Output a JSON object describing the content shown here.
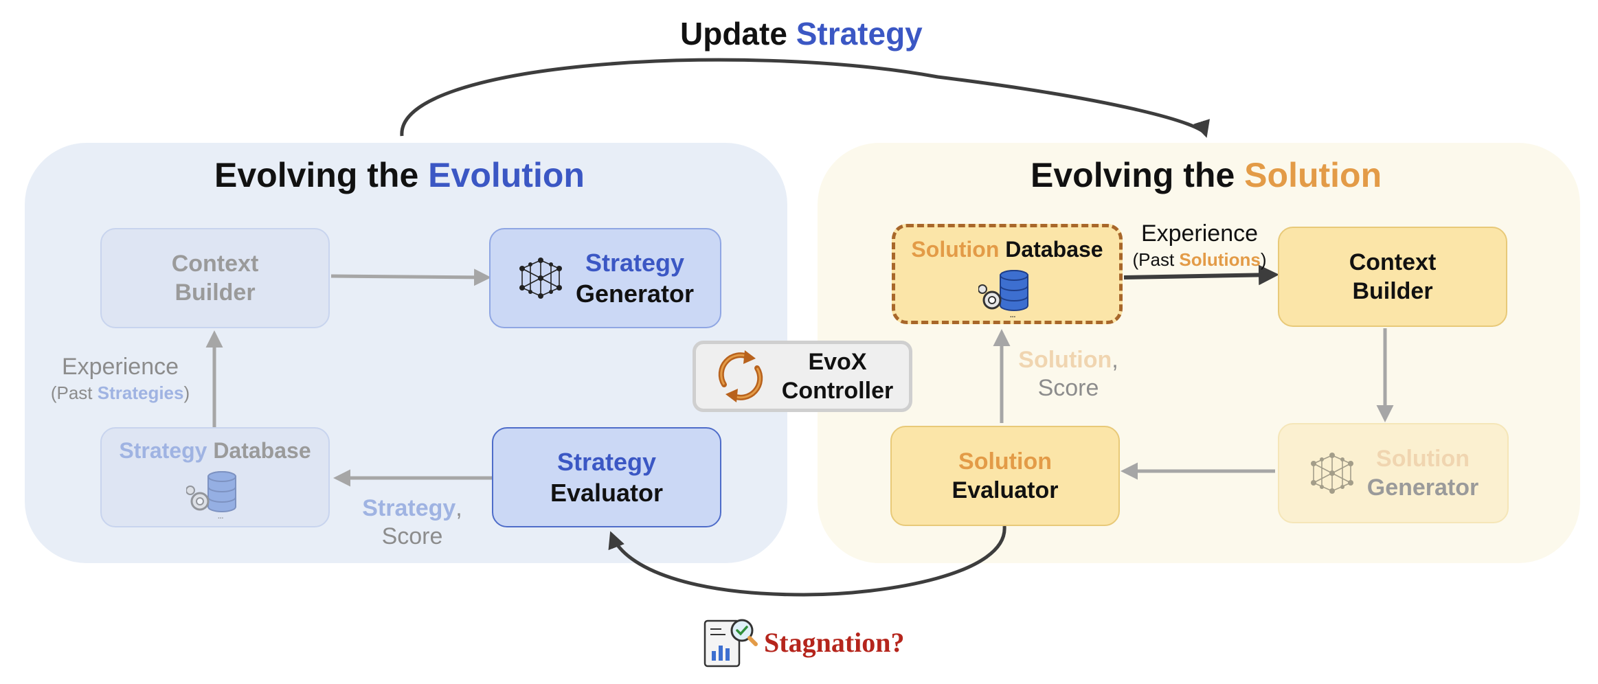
{
  "colors": {
    "blue": "#3B57C4",
    "orange": "#E39B47",
    "red": "#B5251C",
    "gray": "#8C8C8C",
    "light_blue_text": "#9FB3E2",
    "light_orange_text": "#F0D5B0"
  },
  "top_label": {
    "part1": "Update",
    "part2": "Strategy"
  },
  "left_panel": {
    "title_prefix": "Evolving the",
    "title_highlight": "Evolution",
    "context_builder": {
      "line1": "Context",
      "line2": "Builder"
    },
    "strategy_generator": {
      "line1": "Strategy",
      "line2": "Generator",
      "icon": "neural-network-icon"
    },
    "strategy_database": {
      "word1": "Strategy",
      "word2": "Database",
      "icon": "database-gear-icon"
    },
    "strategy_evaluator": {
      "line1": "Strategy",
      "line2": "Evaluator"
    },
    "experience_label": {
      "line1": "Experience",
      "paren_open": "(Past ",
      "highlight": "Strategies",
      "paren_close": ")"
    },
    "output_label": {
      "highlight": "Strategy",
      "comma": ",",
      "line2": "Score"
    }
  },
  "controller": {
    "line1": "EvoX",
    "line2": "Controller",
    "icon": "refresh-cycle-icon"
  },
  "right_panel": {
    "title_prefix": "Evolving the",
    "title_highlight": "Solution",
    "solution_database": {
      "word1": "Solution",
      "word2": "Database",
      "icon": "database-gear-icon"
    },
    "context_builder": {
      "line1": "Context",
      "line2": "Builder"
    },
    "solution_generator": {
      "line1": "Solution",
      "line2": "Generator",
      "icon": "neural-network-icon"
    },
    "solution_evaluator": {
      "line1": "Solution",
      "line2": "Evaluator"
    },
    "experience_label": {
      "line1": "Experience",
      "paren_open": "(Past ",
      "highlight": "Solutions",
      "paren_close": ")"
    },
    "output_label": {
      "highlight": "Solution",
      "comma": ",",
      "line2": "Score"
    }
  },
  "bottom_label": {
    "text": "Stagnation?",
    "icon": "report-search-icon"
  }
}
